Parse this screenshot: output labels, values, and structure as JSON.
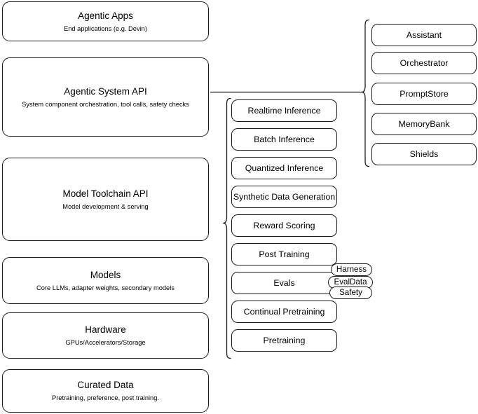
{
  "diagram": {
    "title": "Llama Stack layered architecture",
    "stroke_color": "#1a1a1a",
    "background_color": "#ffffff"
  },
  "layers": [
    {
      "name": "agentic-apps",
      "title": "Agentic Apps",
      "subtitle": "End applications (e.g. Devin)"
    },
    {
      "name": "agentic-system-api",
      "title": "Agentic System API",
      "subtitle": "System component orchestration, tool calls, safety checks"
    },
    {
      "name": "model-toolchain-api",
      "title": "Model Toolchain API",
      "subtitle": "Model development & serving"
    },
    {
      "name": "models",
      "title": "Models",
      "subtitle": "Core LLMs, adapter weights, secondary models"
    },
    {
      "name": "hardware",
      "title": "Hardware",
      "subtitle": "GPUs/Accelerators/Storage"
    },
    {
      "name": "curated-data",
      "title": "Curated Data",
      "subtitle": "Pretraining, preference, post training."
    }
  ],
  "toolchain_items": [
    {
      "name": "realtime-inference",
      "label": "Realtime Inference"
    },
    {
      "name": "batch-inference",
      "label": "Batch Inference"
    },
    {
      "name": "quantized-inference",
      "label": "Quantized Inference"
    },
    {
      "name": "synthetic-data-generation",
      "label": "Synthetic Data Generation"
    },
    {
      "name": "reward-scoring",
      "label": "Reward Scoring"
    },
    {
      "name": "post-training",
      "label": "Post Training"
    },
    {
      "name": "evals",
      "label": "Evals"
    },
    {
      "name": "continual-pretraining",
      "label": "Continual Pretraining"
    },
    {
      "name": "pretraining",
      "label": "Pretraining"
    }
  ],
  "evals_badges": [
    {
      "name": "harness",
      "label": "Harness"
    },
    {
      "name": "evaldata",
      "label": "EvalData"
    },
    {
      "name": "safety",
      "label": "Safety"
    }
  ],
  "system_items": [
    {
      "name": "assistant",
      "label": "Assistant"
    },
    {
      "name": "orchestrator",
      "label": "Orchestrator"
    },
    {
      "name": "promptstore",
      "label": "PromptStore"
    },
    {
      "name": "memorybank",
      "label": "MemoryBank"
    },
    {
      "name": "shields",
      "label": "Shields"
    }
  ],
  "connectors": [
    {
      "name": "system-api-to-components-line",
      "type": "line"
    },
    {
      "name": "system-components-brace",
      "type": "curly-brace"
    },
    {
      "name": "toolchain-components-brace",
      "type": "curly-brace"
    }
  ]
}
